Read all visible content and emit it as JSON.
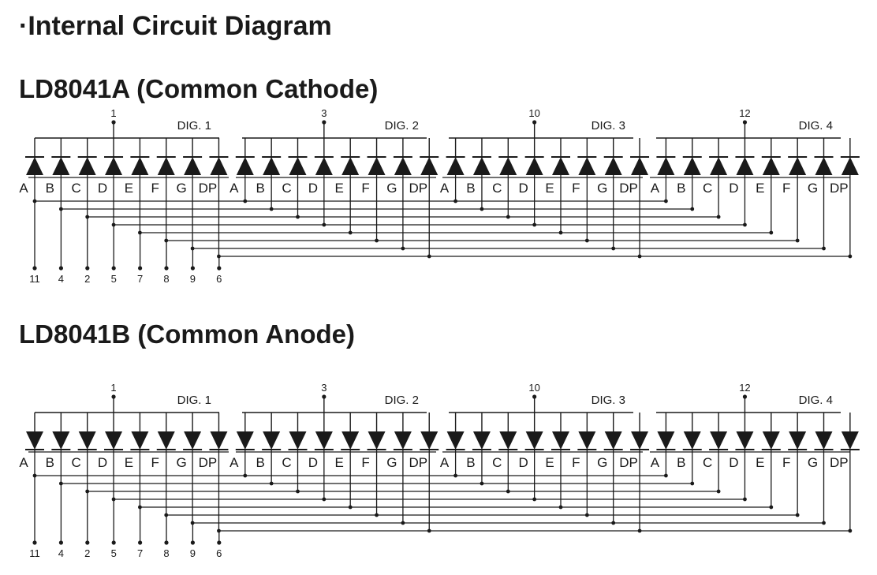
{
  "page": {
    "title": "·Internal Circuit Diagram"
  },
  "sections": [
    {
      "title": "LD8041A (Common Cathode)",
      "orientation": "cathode-common",
      "digits": [
        {
          "label": "DIG. 1",
          "pin": "1"
        },
        {
          "label": "DIG. 2",
          "pin": "3"
        },
        {
          "label": "DIG. 3",
          "pin": "10"
        },
        {
          "label": "DIG. 4",
          "pin": "12"
        }
      ]
    },
    {
      "title": "LD8041B (Common Anode)",
      "orientation": "anode-common",
      "digits": [
        {
          "label": "DIG. 1",
          "pin": "1"
        },
        {
          "label": "DIG. 2",
          "pin": "3"
        },
        {
          "label": "DIG. 3",
          "pin": "10"
        },
        {
          "label": "DIG. 4",
          "pin": "12"
        }
      ]
    }
  ],
  "segments": [
    "A",
    "B",
    "C",
    "D",
    "E",
    "F",
    "G",
    "DP"
  ],
  "segment_pins": [
    "11",
    "4",
    "2",
    "5",
    "7",
    "8",
    "9",
    "6"
  ],
  "colors": {
    "line": "#1a1a1a",
    "background": "#ffffff"
  }
}
